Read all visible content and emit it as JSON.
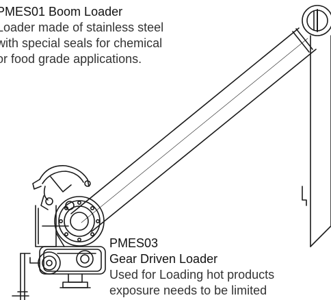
{
  "products": [
    {
      "code_title": "PMES01 Boom Loader",
      "description_lines": [
        "Loader made of stainless steel",
        "with special seals for chemical",
        "or food grade applications."
      ]
    },
    {
      "code": "PMES03",
      "title": "Gear Driven Loader",
      "description_lines": [
        "Used for Loading hot products",
        "exposure needs to be limited"
      ]
    }
  ]
}
